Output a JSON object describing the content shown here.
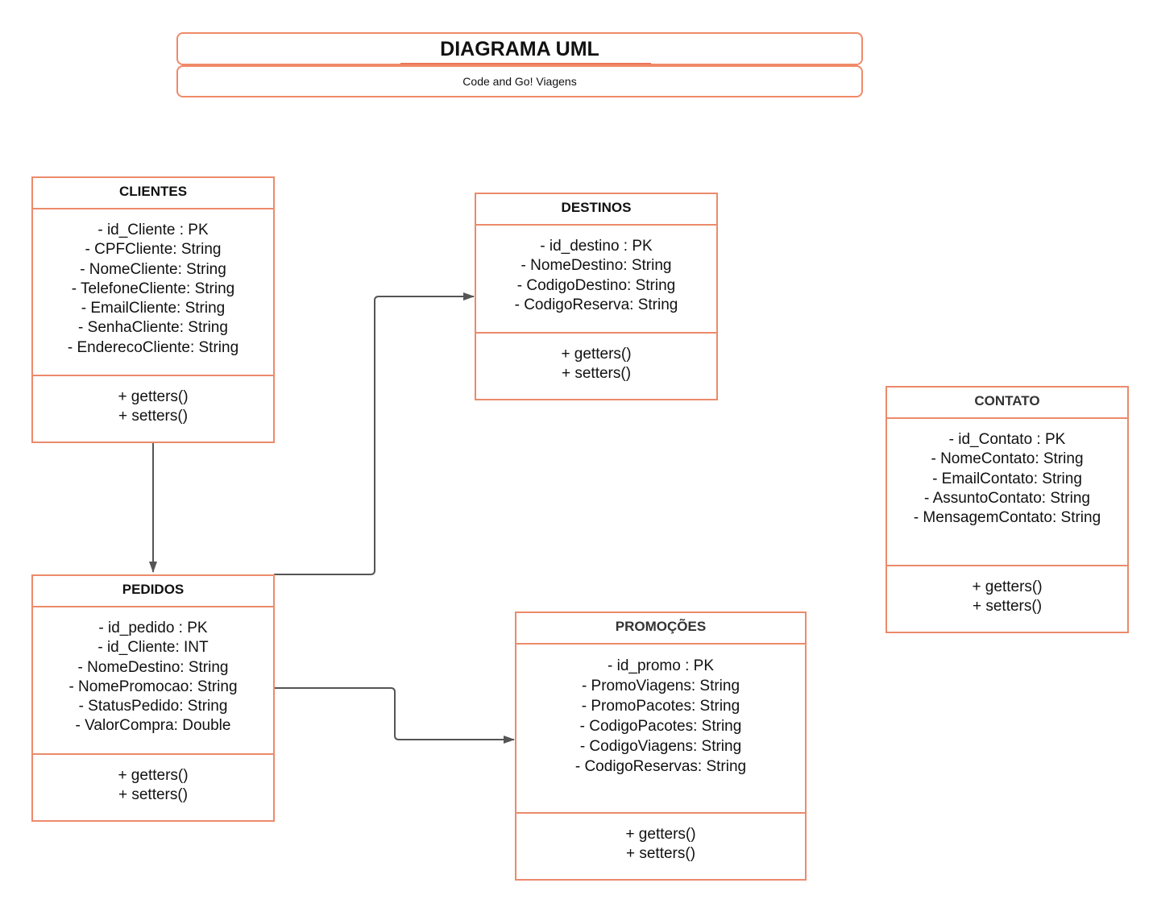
{
  "header": {
    "title": "DIAGRAMA UML",
    "subtitle": "Code and Go! Viagens"
  },
  "classes": {
    "clientes": {
      "name": "CLIENTES",
      "attributes": [
        "- id_Cliente : PK",
        "- CPFCliente: String",
        "- NomeCliente: String",
        "- TelefoneCliente: String",
        "- EmailCliente: String",
        "- SenhaCliente: String",
        "- EnderecoCliente: String"
      ],
      "methods": [
        "+ getters()",
        "+ setters()"
      ]
    },
    "destinos": {
      "name": "DESTINOS",
      "attributes": [
        "- id_destino : PK",
        "- NomeDestino: String",
        "- CodigoDestino: String",
        "- CodigoReserva: String"
      ],
      "methods": [
        "+ getters()",
        "+ setters()"
      ]
    },
    "contato": {
      "name": "CONTATO",
      "attributes": [
        "- id_Contato : PK",
        "- NomeContato: String",
        "- EmailContato: String",
        "- AssuntoContato: String",
        "- MensagemContato: String"
      ],
      "methods": [
        "+ getters()",
        "+ setters()"
      ]
    },
    "pedidos": {
      "name": "PEDIDOS",
      "attributes": [
        "- id_pedido : PK",
        "- id_Cliente: INT",
        "- NomeDestino: String",
        "- NomePromocao: String",
        "- StatusPedido: String",
        "- ValorCompra: Double"
      ],
      "methods": [
        "+ getters()",
        "+ setters()"
      ]
    },
    "promocoes": {
      "name": "PROMOÇÕES",
      "attributes": [
        "- id_promo : PK",
        "- PromoViagens: String",
        "- PromoPacotes: String",
        "- CodigoPacotes: String",
        "- CodigoViagens: String",
        "- CodigoReservas: String"
      ],
      "methods": [
        "+ getters()",
        "+ setters()"
      ]
    }
  },
  "colors": {
    "border": "#ec8a6b",
    "connector": "#555555"
  }
}
